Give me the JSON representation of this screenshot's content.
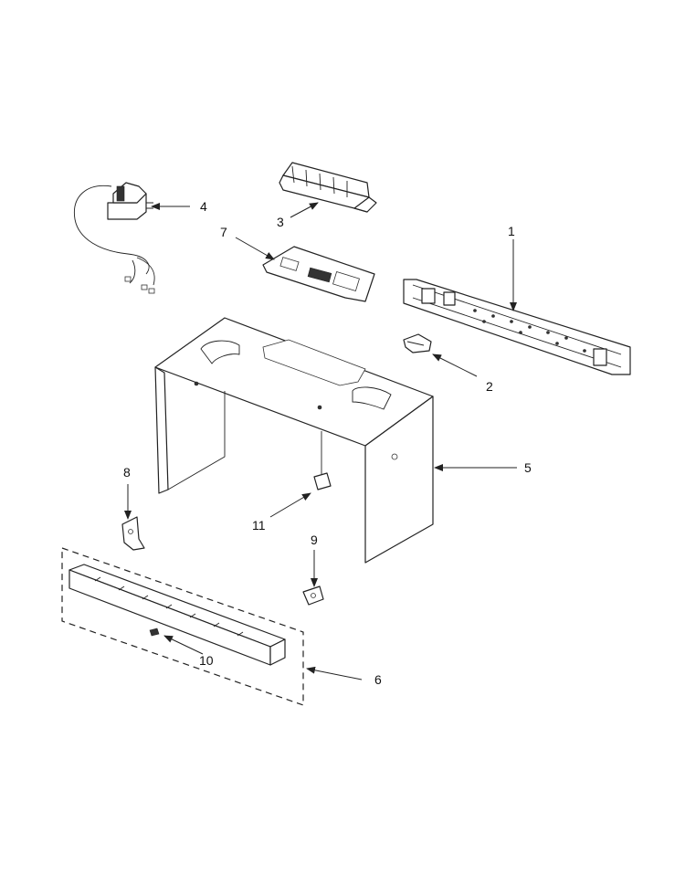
{
  "callouts": {
    "p1": "1",
    "p2": "2",
    "p3": "3",
    "p4": "4",
    "p5": "5",
    "p6": "6",
    "p7": "7",
    "p8": "8",
    "p9": "9",
    "p10": "10",
    "p11": "11"
  }
}
